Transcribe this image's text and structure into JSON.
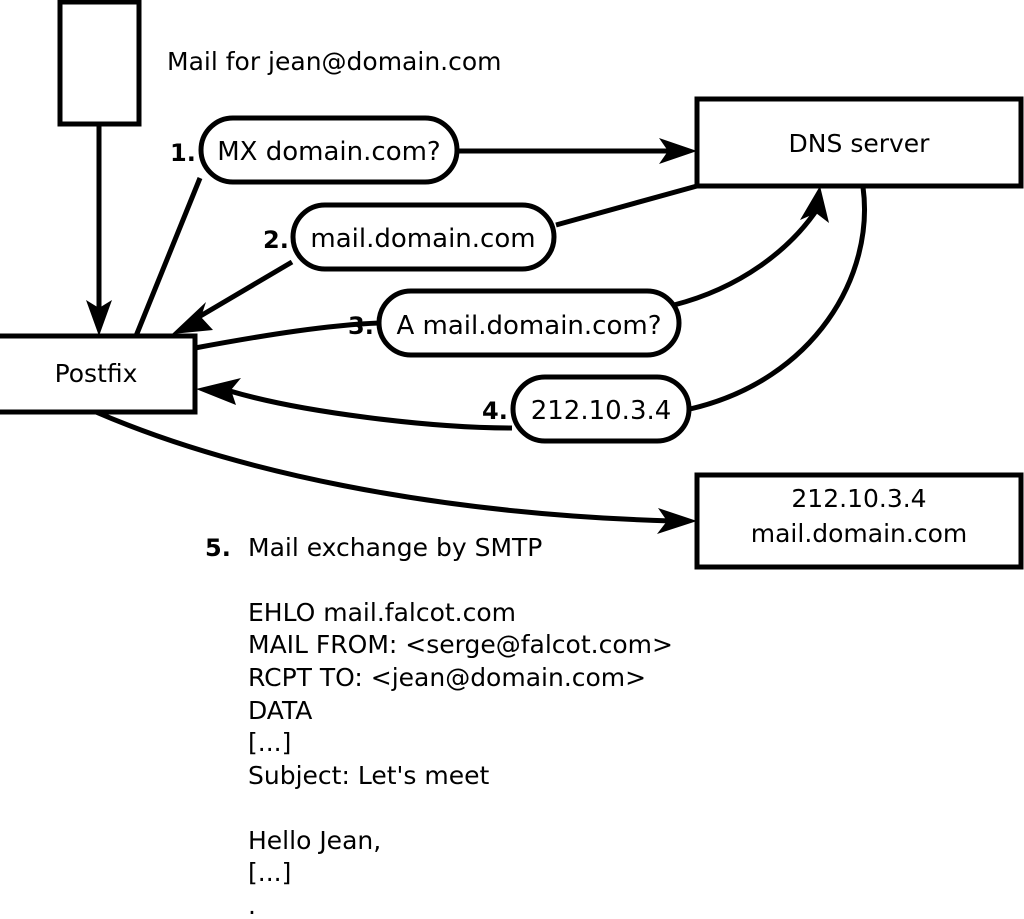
{
  "diagram": {
    "title_text": "Mail for jean@domain.com",
    "nodes": [
      {
        "id": "client",
        "label": ""
      },
      {
        "id": "postfix",
        "label": "Postfix"
      },
      {
        "id": "dns",
        "label": "DNS server"
      },
      {
        "id": "mailserver",
        "label_line1": "212.10.3.4",
        "label_line2": "mail.domain.com"
      }
    ],
    "steps": [
      {
        "num": "1.",
        "label": "MX domain.com?"
      },
      {
        "num": "2.",
        "label": "mail.domain.com"
      },
      {
        "num": "3.",
        "label": "A mail.domain.com?"
      },
      {
        "num": "4.",
        "label": "212.10.3.4"
      },
      {
        "num": "5.",
        "label": "Mail exchange by SMTP"
      }
    ],
    "smtp_transcript": [
      "EHLO mail.falcot.com",
      "MAIL FROM: <serge@falcot.com>",
      "RCPT TO: <jean@domain.com>",
      "DATA",
      "[...]",
      "Subject: Let's meet",
      "",
      "Hello Jean,",
      "[...]",
      "."
    ],
    "colors": {
      "stroke": "#000000",
      "fill": "#ffffff",
      "background": "#ffffff"
    }
  }
}
